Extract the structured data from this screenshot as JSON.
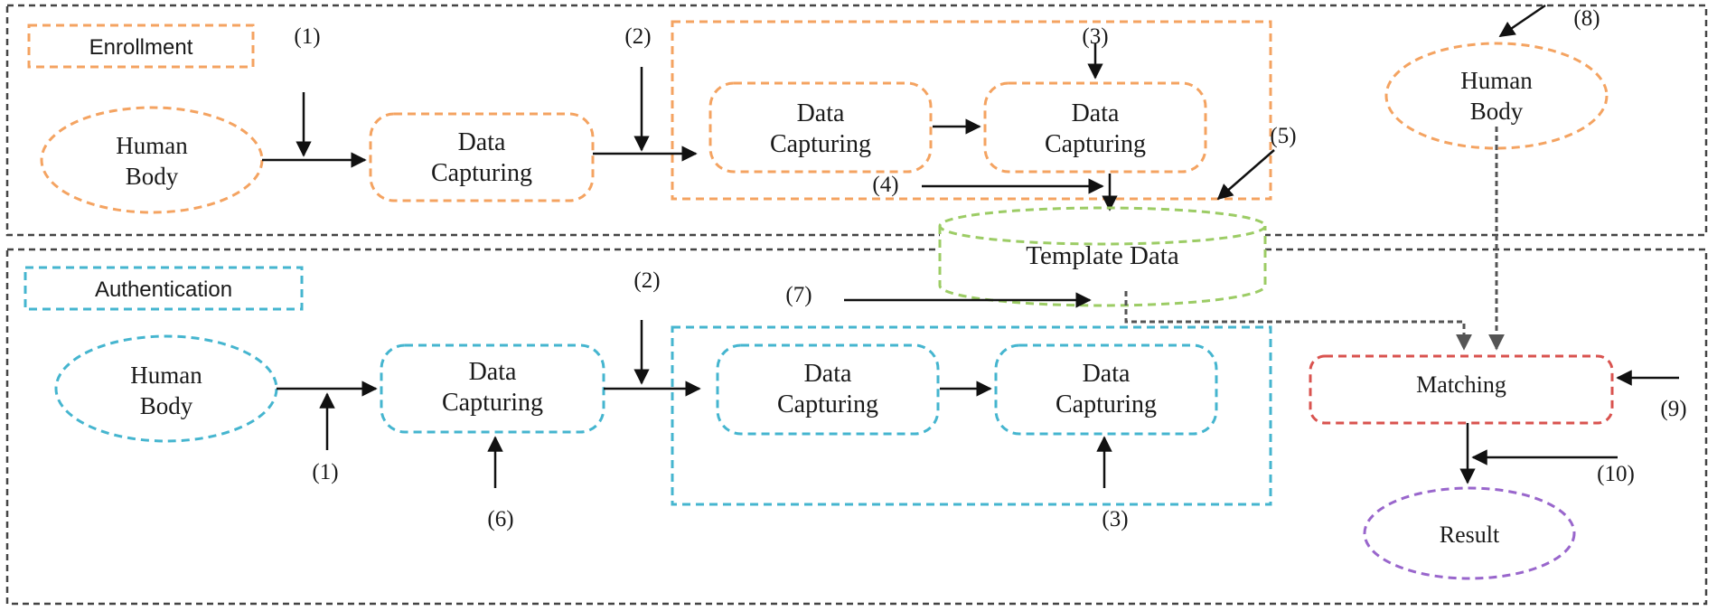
{
  "enrollment": {
    "label": "Enrollment",
    "human_body": [
      "Human",
      "Body"
    ],
    "capture1": [
      "Data",
      "Capturing"
    ],
    "capture2": [
      "Data",
      "Capturing"
    ],
    "capture3": [
      "Data",
      "Capturing"
    ],
    "markers": {
      "m1": "(1)",
      "m2": "(2)",
      "m3": "(3)",
      "m4": "(4)",
      "m5": "(5)",
      "m8": "(8)"
    },
    "attacker_body": [
      "Human",
      "Body"
    ]
  },
  "template": {
    "label": "Template Data"
  },
  "authentication": {
    "label": "Authentication",
    "human_body": [
      "Human",
      "Body"
    ],
    "capture1": [
      "Data",
      "Capturing"
    ],
    "capture2": [
      "Data",
      "Capturing"
    ],
    "capture3": [
      "Data",
      "Capturing"
    ],
    "markers": {
      "m1": "(1)",
      "m2": "(2)",
      "m3": "(3)",
      "m6": "(6)",
      "m7": "(7)",
      "m9": "(9)",
      "m10": "(10)"
    },
    "matching": "Matching",
    "result": "Result"
  },
  "colors": {
    "enrollment": "#f4a361",
    "authentication": "#45b5cf",
    "template": "#9ccc65",
    "matching": "#d9534f",
    "result": "#9966cc"
  }
}
